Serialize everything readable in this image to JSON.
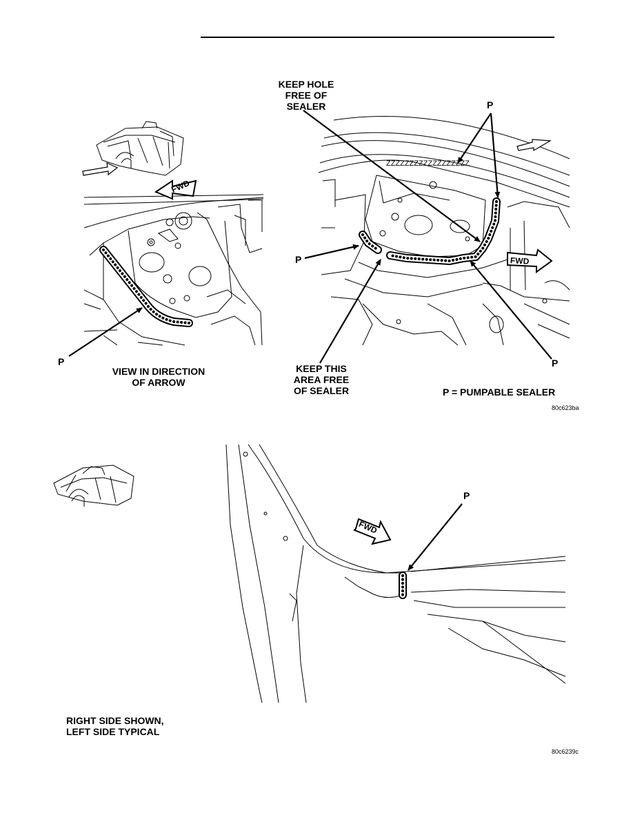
{
  "figure1": {
    "view_label_line1": "VIEW IN DIRECTION",
    "view_label_line2": "OF ARROW",
    "p_left": "P",
    "fwd_left": "FWD",
    "keep_hole_line1": "KEEP HOLE",
    "keep_hole_line2": "FREE OF",
    "keep_hole_line3": "SEALER",
    "p_top": "P",
    "p_mid_left": "P",
    "fwd_right": "FWD",
    "keep_area_line1": "KEEP THIS",
    "keep_area_line2": "AREA FREE",
    "keep_area_line3": "OF SEALER",
    "p_bottom_right": "P",
    "legend": "P = PUMPABLE SEALER",
    "code": "80c623ba"
  },
  "figure2": {
    "p_label": "P",
    "fwd": "FWD",
    "side_line1": "RIGHT SIDE SHOWN,",
    "side_line2": "LEFT SIDE TYPICAL",
    "code": "80c6239c"
  },
  "icons": [
    "vehicle-locator-icon",
    "fwd-arrow-icon",
    "callout-arrow-icon"
  ]
}
